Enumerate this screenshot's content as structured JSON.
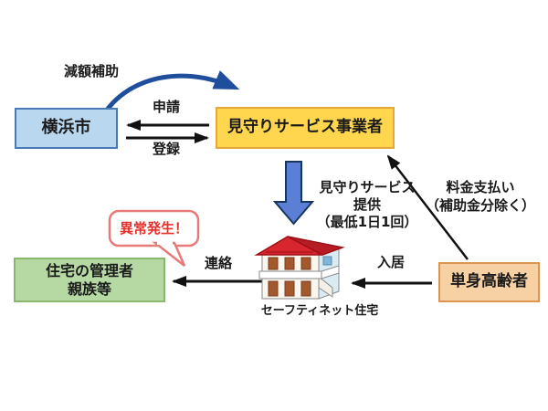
{
  "diagram": {
    "nodes": {
      "yokohama": {
        "label": "横浜市"
      },
      "provider": {
        "label": "見守りサービス事業者"
      },
      "manager": {
        "label_line1": "住宅の管理者",
        "label_line2": "親族等"
      },
      "elderly": {
        "label": "単身高齢者"
      },
      "housing": {
        "caption": "セーフティネット住宅"
      }
    },
    "labels": {
      "subsidy": "減額補助",
      "application": "申請",
      "registration": "登録",
      "service_line1": "見守りサービス",
      "service_line2": "提供",
      "service_line3": "（最低1日1回）",
      "payment_line1": "料金支払い",
      "payment_line2": "（補助金分除く）",
      "contact": "連絡",
      "move_in": "入居",
      "alert": "異常発生！"
    },
    "colors": {
      "yokohama_fill": "#b9d7ee",
      "yokohama_border": "#4a7ab5",
      "provider_fill": "#ffd64e",
      "provider_border": "#e9a63b",
      "manager_fill": "#b6d9a4",
      "manager_border": "#87b86b",
      "elderly_fill": "#f7d0a3",
      "elderly_border": "#db9552",
      "arrow_blue": "#1f4e9c",
      "block_arrow_fill": "#5b7fd4",
      "arrow_black": "#111111",
      "alert_red": "#e8302a",
      "bubble_border": "#e87a7a",
      "roof_red": "#d8262e"
    }
  }
}
